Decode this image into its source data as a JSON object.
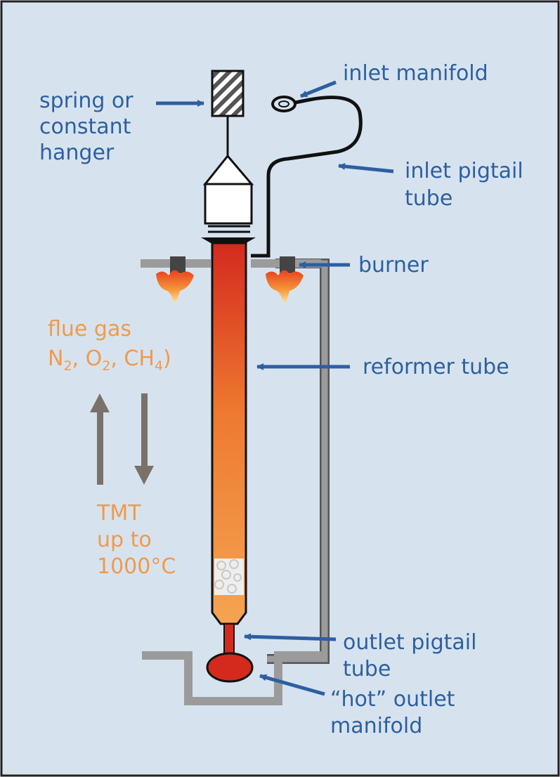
{
  "labels": {
    "spring_line1": "spring or",
    "spring_line2": "constant",
    "spring_line3": "hanger",
    "inlet_manifold": "inlet manifold",
    "inlet_pigtail_line1": "inlet pigtail",
    "inlet_pigtail_line2": "tube",
    "burner": "burner",
    "reformer_tube": "reformer tube",
    "flue_gas": "flue gas",
    "flue_n": "N",
    "flue_sub2a": "2",
    "flue_sep1": ", O",
    "flue_sub2b": "2",
    "flue_sep2": ", CH",
    "flue_sub4": "4",
    "flue_close": ")",
    "tmt_line1": "TMT",
    "tmt_line2": "up to",
    "tmt_line3": "1000°C",
    "outlet_pigtail_line1": "outlet pigtail",
    "outlet_pigtail_line2": "tube",
    "hot_outlet_line1": "“hot” outlet",
    "hot_outlet_line2": "manifold"
  },
  "colors": {
    "background": "#d6e3ef",
    "label_blue": "#2d5fa0",
    "label_orange": "#f2994a",
    "tube_top": "#d42a1e",
    "tube_bottom": "#f5a452",
    "manifold_red": "#d42a1e",
    "structure_gray": "#9b9b9b",
    "arrow_gray": "#7a716b"
  }
}
